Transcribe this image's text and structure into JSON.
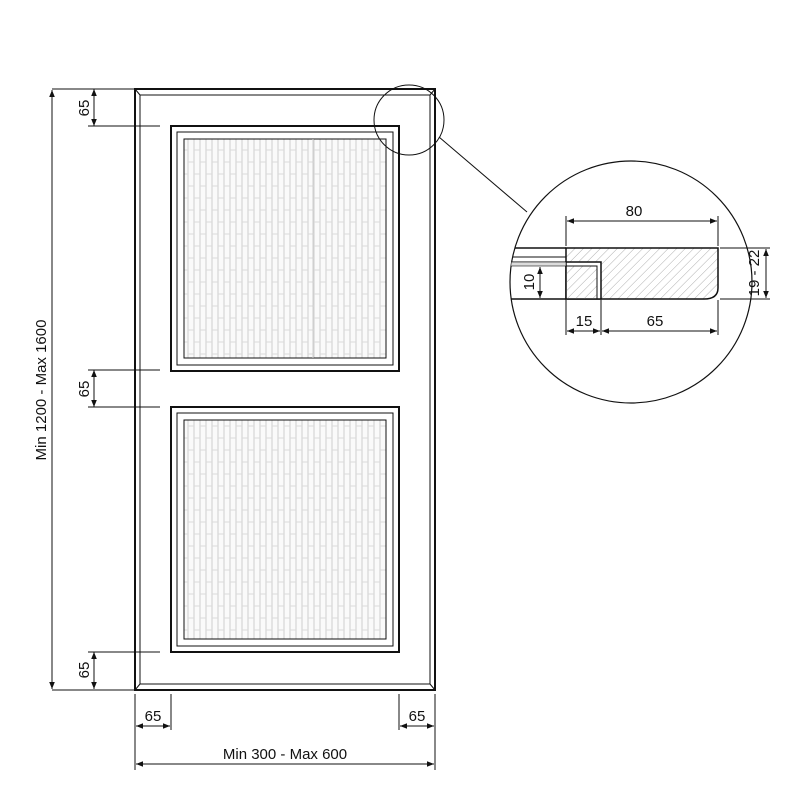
{
  "drawing": {
    "top_rail": "65",
    "middle_rail": "65",
    "bottom_rail": "65",
    "left_stile": "65",
    "right_stile": "65",
    "total_height": "Min 1200 - Max 1600",
    "total_width": "Min 300 - Max 600"
  },
  "detail": {
    "profile_width": "80",
    "panel_thickness": "10",
    "board_thickness": "19 - 22",
    "rebate": "15",
    "frame_width": "65"
  },
  "colors": {
    "line": "#111111",
    "panel_fill": "#f7f7f7",
    "weave": "#cfcfcf",
    "hatch": "#9a9a9a"
  }
}
